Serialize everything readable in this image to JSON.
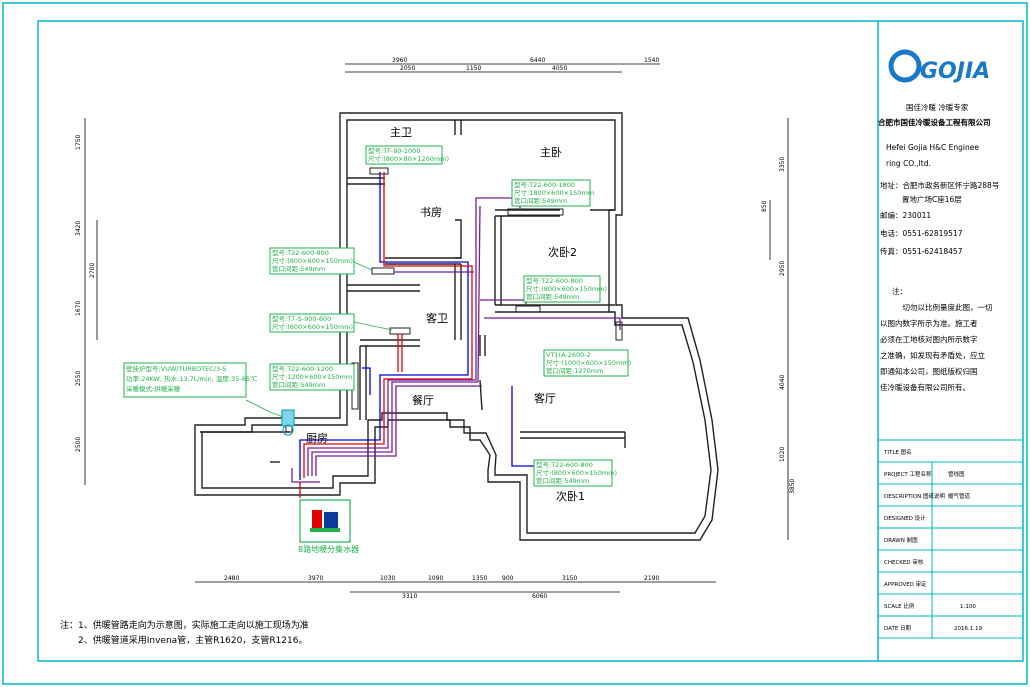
{
  "title_block": {
    "logo": "GOJIA",
    "company_cn_1": "国佳冷暖 冷暖专家",
    "company_cn_2": "合肥市国佳冷暖设备工程有限公司",
    "company_en_1": "Hefei Gojia H&C Enginee",
    "company_en_2": "ring CO.,ltd.",
    "address_line1": "地址：合肥市政务新区怀宁路288号",
    "address_line2": "置地广场C座16层",
    "postcode": "邮编：230011",
    "phone": "电话：0551-62819517",
    "fax": "传真：0551-62418457",
    "note_title": "注：",
    "note_lines": [
      "　　　切勿以比例量度此图，一切",
      "以图内数字所示为准。施工者",
      "必须在工地核对图内所示数字",
      "之准确，如发现有矛盾处，应立",
      "即通知本公司，图纸版权归国",
      "佳冷暖设备有限公司所有。"
    ],
    "rows": [
      {
        "label": "TITLE 图名",
        "value": ""
      },
      {
        "label": "PROJECT 工程名称",
        "value": "管线图"
      },
      {
        "label": "DESCRIPTION 图纸说明",
        "value": "暖气管道"
      },
      {
        "label": "DESIGNED 设计",
        "value": ""
      },
      {
        "label": "DRAWN 制图",
        "value": ""
      },
      {
        "label": "CHECKED 审核",
        "value": ""
      },
      {
        "label": "APPROVED 审定",
        "value": ""
      },
      {
        "label": "SCALE 比例",
        "value": "1:100"
      },
      {
        "label": "DATE 日期",
        "value": "2016.1.19"
      }
    ]
  },
  "rooms": {
    "master_bath": "主卫",
    "master_bed": "主卧",
    "study": "书房",
    "second_bed_2": "次卧2",
    "guest_bath": "客卫",
    "dining": "餐厅",
    "living": "客厅",
    "kitchen": "厨房",
    "second_bed_1": "次卧1"
  },
  "labels": {
    "master_bath": [
      "型号:TF-90-1000",
      "尺寸:(800×80×1200mm)"
    ],
    "master_bed": [
      "型号:T22-600-1800",
      "尺寸:1800×600×150mm",
      "管口间距:549mm"
    ],
    "study": [
      "型号:T22-600-800",
      "尺寸:(800×600×150mm)",
      "管口间距:549mm"
    ],
    "second_bed_2": [
      "型号:T22-600-800",
      "尺寸:(800×600×150mm)",
      "管口间距:549mm"
    ],
    "guest_bath": [
      "型号:T7-S-900-600",
      "尺寸:(600×600×150mm)"
    ],
    "dining": [
      "型号:T22-600-1200",
      "尺寸:1200×600×150mm",
      "管口间距:549mm"
    ],
    "living": [
      "VT1(A-2600-2",
      "尺寸:(1000×600×150mm)",
      "管口间距:1270mm"
    ],
    "boiler": [
      "壁挂炉型号:VUW/TURBOTEC/3-5",
      "功率:24KW, 热水:13.7L/min, 温度:35-65℃",
      "采暖模式:供暖采暖"
    ],
    "second_bed_1": [
      "型号:T22-600-800",
      "尺寸:(800×600×150mm)",
      "管口间距:549mm"
    ],
    "manifold": "8路地暖分集水器"
  },
  "dims": {
    "top_1": [
      "3960",
      "1150",
      "6440",
      "1540"
    ],
    "top_2": [
      "2050",
      "4050"
    ],
    "left": [
      "1750",
      "3420",
      "2700",
      "1670",
      "2550",
      "2500"
    ],
    "right": [
      "3350",
      "850",
      "2950",
      "4040",
      "1020",
      "3850"
    ],
    "bottom_1": [
      "2480",
      "3970",
      "1030",
      "1090",
      "1350",
      "900",
      "3150",
      "2190"
    ],
    "bottom_2": [
      "3310",
      "6060"
    ]
  },
  "notes": [
    "注：1、供暖管路走向为示意图，实际施工走向以施工现场为准",
    "　　2、供暖管道采用Invena管，主管R1620，支管R1216。"
  ],
  "colors": {
    "frame": "#00b8c8",
    "wall": "#222222",
    "label_green": "#22b14c",
    "pipe_red": "#e00000",
    "pipe_blue": "#0000dd",
    "pipe_purple": "#7a1a9a"
  }
}
